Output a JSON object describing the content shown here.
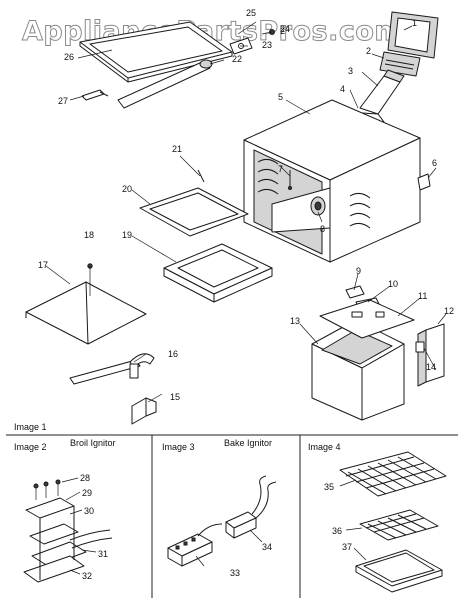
{
  "watermark": "AppliancePartsPros.com",
  "panels": {
    "image1": "Image 1",
    "image2": "Image 2",
    "image2_title": "Broil Ignitor",
    "image3": "Image 3",
    "image3_title": "Bake Ignitor",
    "image4": "Image 4"
  },
  "callouts": {
    "c1": "1",
    "c2": "2",
    "c3": "3",
    "c4": "4",
    "c5": "5",
    "c6": "6",
    "c7": "7",
    "c8": "8",
    "c9": "9",
    "c10": "10",
    "c11": "11",
    "c12": "12",
    "c13": "13",
    "c14": "14",
    "c15": "15",
    "c16": "16",
    "c17": "17",
    "c18": "18",
    "c19": "19",
    "c20": "20",
    "c21": "21",
    "c22": "22",
    "c23": "23",
    "c24": "24",
    "c25": "25",
    "c26": "26",
    "c27": "27",
    "c28": "28",
    "c29": "29",
    "c30": "30",
    "c31": "31",
    "c32": "32",
    "c33": "33",
    "c34": "34",
    "c35": "35",
    "c36": "36",
    "c37": "37"
  }
}
